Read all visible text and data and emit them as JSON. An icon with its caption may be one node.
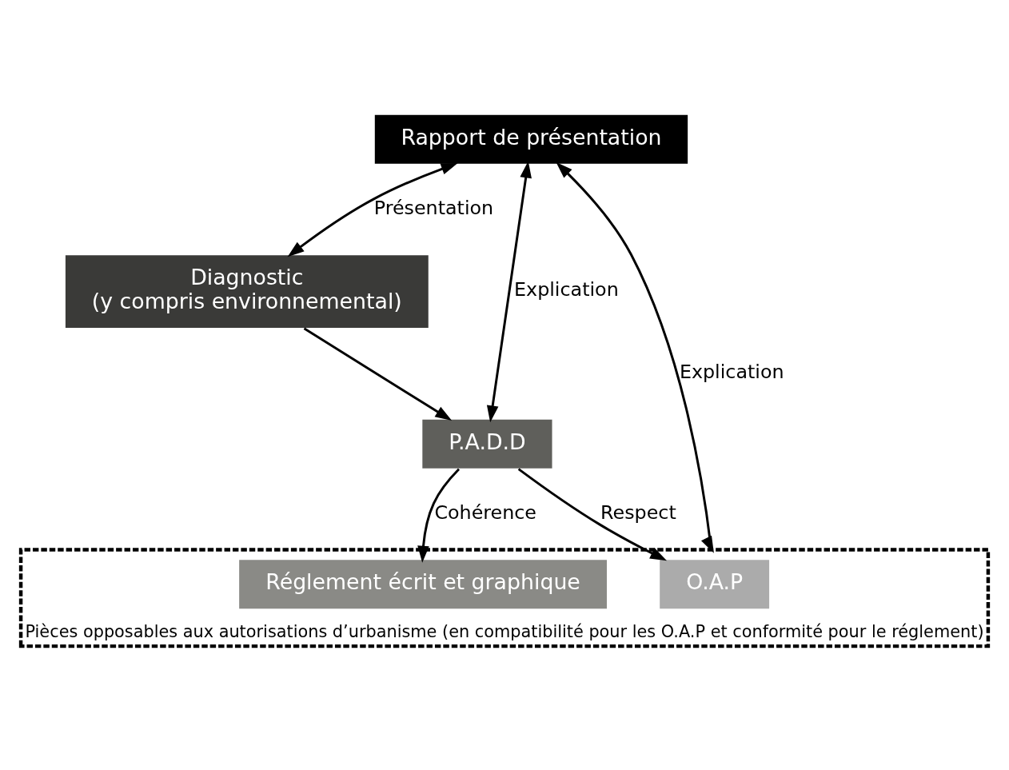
{
  "diagram": {
    "nodes": [
      {
        "text": [
          "Rapport de présentation"
        ]
      },
      {
        "text": [
          "Diagnostic",
          "(y compris environnemental)"
        ]
      },
      {
        "text": [
          "P.A.D.D"
        ]
      },
      {
        "text": [],
        "shape": "box",
        "beside": [
          "Pièces opposables aux autorisations d’urbanisme (en compatibilité pour les O.A.P et conformité pour le réglement)"
        ]
      },
      {
        "text": [
          "O.A.P"
        ],
        "in": 3
      },
      {
        "text": [
          "Réglement écrit et graphique"
        ],
        "in": 3
      }
    ],
    "edges": [
      {
        "from": 0,
        "to": 1,
        "arrow": "both",
        "label": "Présentation"
      },
      {
        "from": 0,
        "to": 2,
        "arrow": "both",
        "label": "Explication"
      },
      {
        "from": 0,
        "to": 3,
        "arrow": "both",
        "label": "Explication"
      },
      {
        "from": 1,
        "to": 2,
        "arrow": "to"
      },
      {
        "from": 2,
        "to": 4,
        "arrow": "to",
        "label": "Respect"
      },
      {
        "from": 2,
        "to": 5,
        "arrow": "to",
        "label": "Cohérence"
      }
    ]
  }
}
